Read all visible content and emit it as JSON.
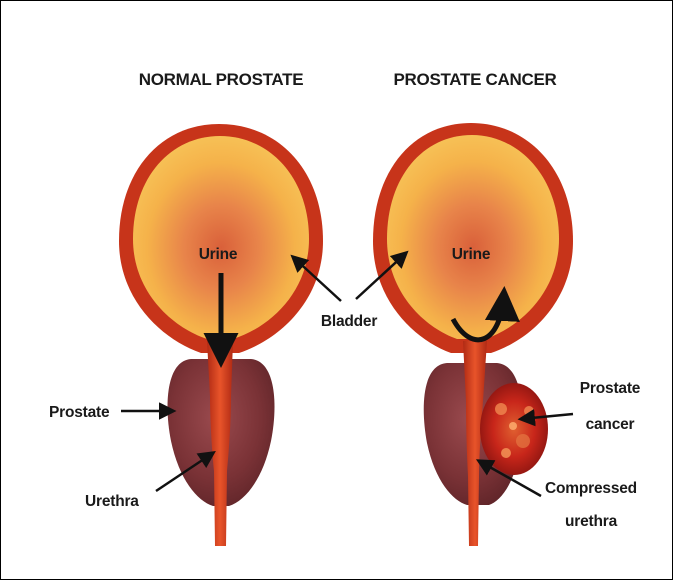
{
  "titles": {
    "left": "NORMAL PROSTATE",
    "right": "PROSTATE CANCER"
  },
  "labels": {
    "urine_left": "Urine",
    "urine_right": "Urine",
    "bladder": "Bladder",
    "prostate": "Prostate",
    "urethra": "Urethra",
    "prostate_cancer_line1": "Prostate",
    "prostate_cancer_line2": "cancer",
    "compressed_urethra_line1": "Compressed",
    "compressed_urethra_line2": "urethra"
  },
  "colors": {
    "bladder_wall": "#c7341a",
    "bladder_inner": "#f5b24a",
    "bladder_center": "#d9603a",
    "prostate": "#7a3236",
    "urethra": "#d8401f",
    "tumor": "#c8261a",
    "arrow": "#111111",
    "border": "#000000"
  }
}
